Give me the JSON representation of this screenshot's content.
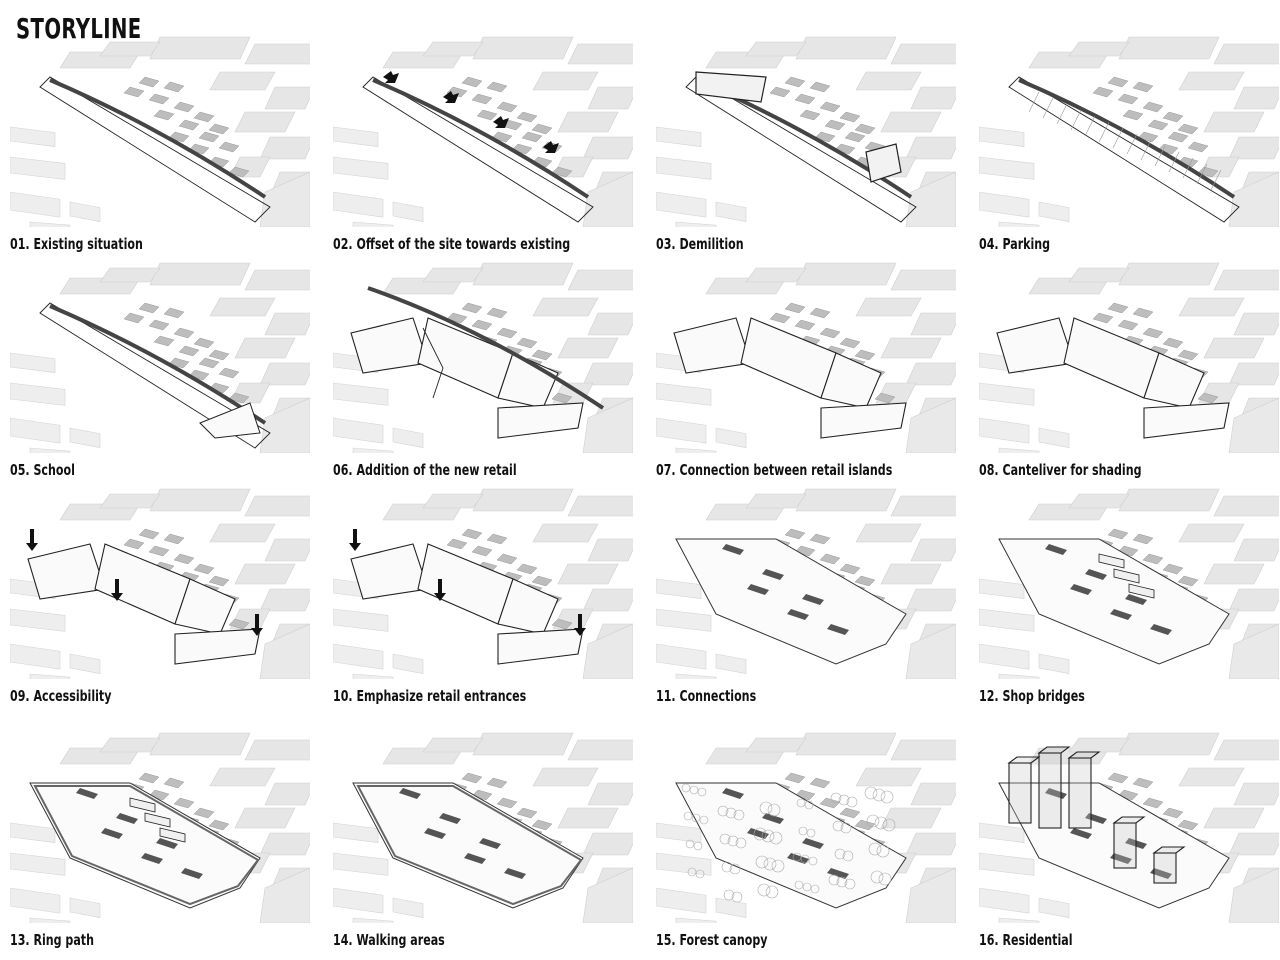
{
  "title": "STORYLINE",
  "panels": [
    {
      "caption": "01. Existing situation"
    },
    {
      "caption": "02. Offset of the site towards existing"
    },
    {
      "caption": "03. Demilition"
    },
    {
      "caption": "04. Parking"
    },
    {
      "caption": "05. School"
    },
    {
      "caption": "06. Addition of the new retail"
    },
    {
      "caption": "07. Connection between retail islands"
    },
    {
      "caption": "08. Canteliver for shading"
    },
    {
      "caption": "09. Accessibility"
    },
    {
      "caption": "10. Emphasize retail entrances"
    },
    {
      "caption": "11. Connections"
    },
    {
      "caption": "12. Shop bridges"
    },
    {
      "caption": "13. Ring path"
    },
    {
      "caption": "14. Walking areas"
    },
    {
      "caption": "15. Forest canopy"
    },
    {
      "caption": "16. Residential"
    }
  ]
}
